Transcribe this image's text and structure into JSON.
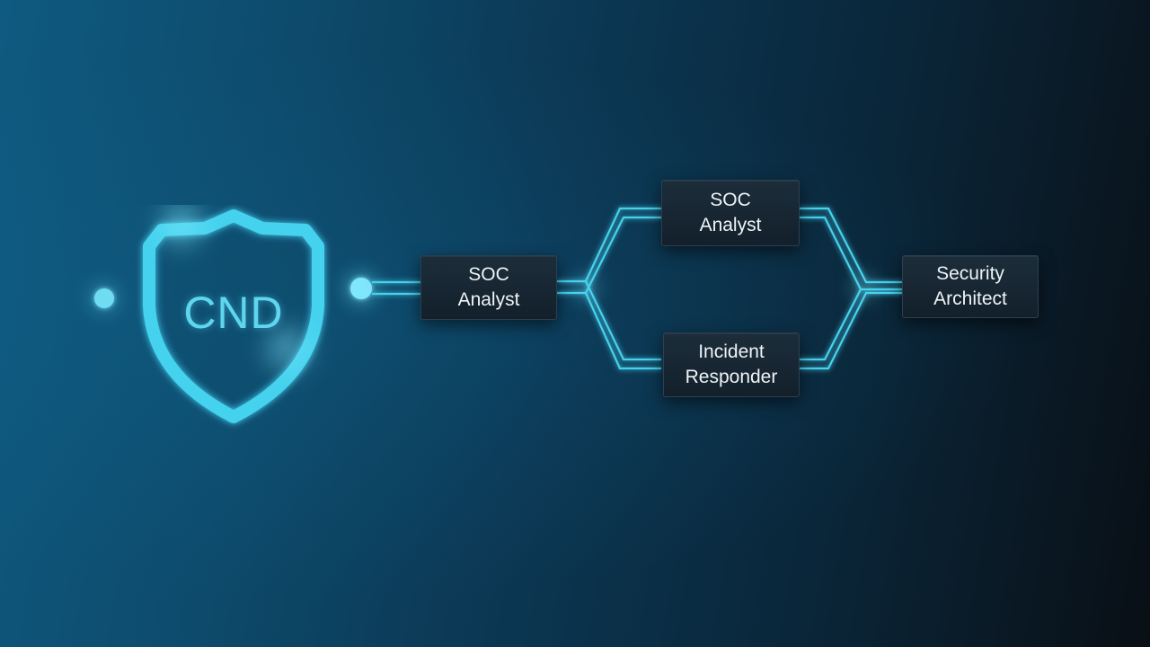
{
  "shield": {
    "label": "CND",
    "icon": "shield-icon",
    "color": "#5fd6ee"
  },
  "nodes": {
    "soc_analyst_1": {
      "line1": "SOC",
      "line2": "Analyst"
    },
    "soc_analyst_2": {
      "line1": "SOC",
      "line2": "Analyst"
    },
    "incident_responder": {
      "line1": "Incident",
      "line2": "Responder"
    },
    "security_architect": {
      "line1": "Security",
      "line2": "Architect"
    }
  },
  "colors": {
    "link": "#45d2ee",
    "glow": "#7fe6fb",
    "box_bg": "#172632"
  }
}
